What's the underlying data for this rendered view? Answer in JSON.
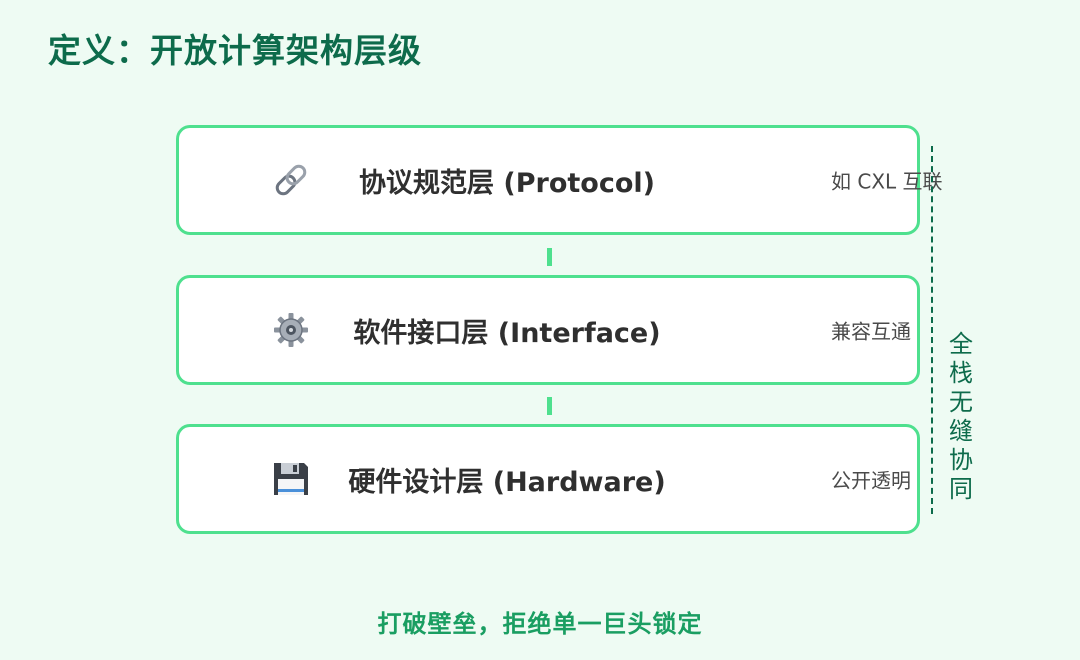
{
  "title": "定义：开放计算架构层级",
  "layers": [
    {
      "icon": "link-icon",
      "title": "协议规范层 (Protocol)",
      "note": "如 CXL 互联"
    },
    {
      "icon": "gear-icon",
      "title": "软件接口层 (Interface)",
      "note": "兼容互通"
    },
    {
      "icon": "floppy-disk-icon",
      "title": "硬件设计层 (Hardware)",
      "note": "公开透明"
    }
  ],
  "side_label": "全栈无缝协同",
  "footer": "打破壁垒，拒绝单一巨头锁定",
  "colors": {
    "title": "#0d6b4b",
    "border": "#4ee08e",
    "background": "#eefbf3",
    "footer": "#1a9e62",
    "card": "#ffffff"
  }
}
